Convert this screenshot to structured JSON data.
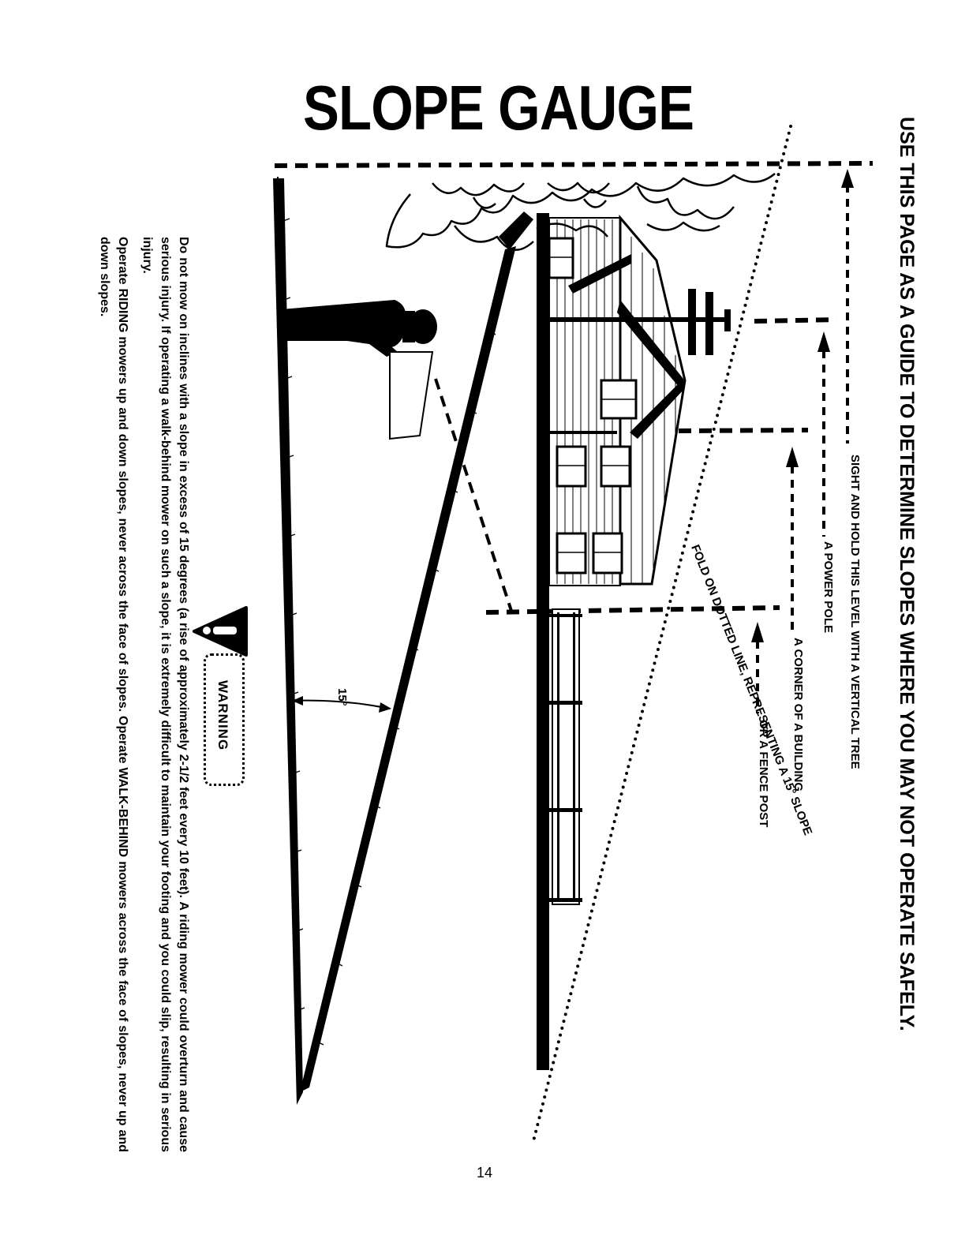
{
  "page": {
    "title": "SLOPE GAUGE",
    "headline": "USE THIS PAGE AS A GUIDE TO DETERMINE SLOPES WHERE YOU MAY NOT OPERATE SAFELY.",
    "page_number": "14"
  },
  "diagram": {
    "level_labels": [
      "SIGHT AND HOLD THIS LEVEL WITH A VERTICAL TREE",
      "A POWER POLE",
      "A CORNER OF A BUILDING",
      "OR A FENCE POST"
    ],
    "fold_label": "FOLD ON DOTTED LINE, REPRESENTING A 15° SLOPE",
    "angle_label": "15°"
  },
  "warning": {
    "label": "WARNING",
    "paragraphs": [
      "Do not mow on inclines with a slope in excess of 15 degrees (a rise of approximately 2-1/2 feet every 10 feet). A riding mower could overturn and cause serious injury. If operating a walk-behind mower on such a slope, it is extremely difficult to maintain your footing and you could slip, resulting in serious injury.",
      "Operate RIDING mowers up and down slopes, never across the face of slopes. Operate WALK-BEHIND mowers across the face of slopes, never up and down slopes."
    ]
  },
  "icons": {
    "warning": "warning-triangle-icon",
    "arrow": "arrow-up-icon"
  }
}
